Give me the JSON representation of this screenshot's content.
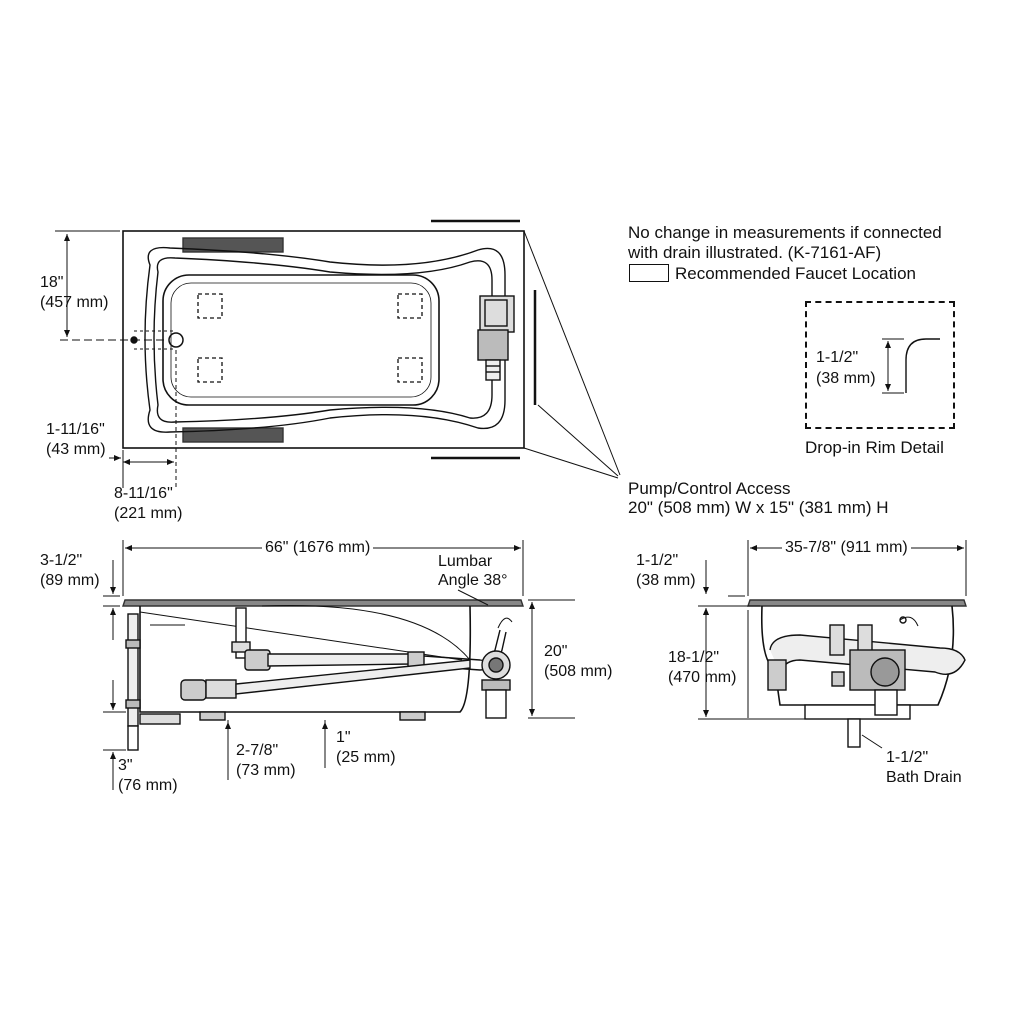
{
  "notes": {
    "drain_line1": "No change in measurements if connected",
    "drain_line2": "with drain illustrated. (K-7161-AF)",
    "faucet_legend": "Recommended Faucet Location",
    "rim_detail_title": "Drop-in Rim Detail",
    "pump_access_line1": "Pump/Control Access",
    "pump_access_line2": "20\" (508 mm) W x 15\" (381 mm) H"
  },
  "top_view": {
    "dim_18": "18\"",
    "dim_18_mm": "(457 mm)",
    "dim_1_11_16": "1-11/16\"",
    "dim_1_11_16_mm": "(43 mm)",
    "dim_8_11_16": "8-11/16\"",
    "dim_8_11_16_mm": "(221 mm)"
  },
  "rim_detail": {
    "dim": "1-1/2\"",
    "dim_mm": "(38 mm)"
  },
  "side_view": {
    "length": "66\" (1676 mm)",
    "lumbar_line1": "Lumbar",
    "lumbar_line2": "Angle 38°",
    "dim_3_1_2": "3-1/2\"",
    "dim_3_1_2_mm": "(89 mm)",
    "dim_20": "20\"",
    "dim_20_mm": "(508 mm)",
    "dim_2_7_8": "2-7/8\"",
    "dim_2_7_8_mm": "(73 mm)",
    "dim_1": "1\"",
    "dim_1_mm": "(25 mm)",
    "dim_3": "3\"",
    "dim_3_mm": "(76 mm)"
  },
  "end_view": {
    "width": "35-7/8\" (911 mm)",
    "dim_1_1_2": "1-1/2\"",
    "dim_1_1_2_mm": "(38 mm)",
    "dim_18_1_2": "18-1/2\"",
    "dim_18_1_2_mm": "(470 mm)",
    "drain_line1": "1-1/2\"",
    "drain_line2": "Bath Drain"
  }
}
